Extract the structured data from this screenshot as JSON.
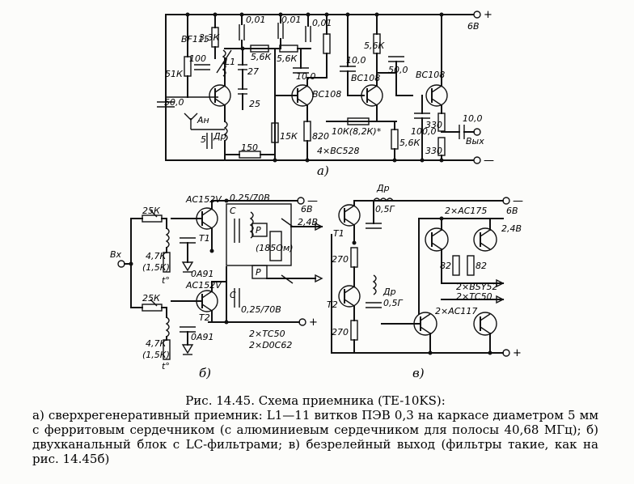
{
  "diagram": {
    "a": {
      "sublabel": "а)",
      "supply_plus": "+",
      "supply_minus": "—",
      "voltage": "6В",
      "components": {
        "transistor_1": "BF115",
        "r_3k3": "3,3К",
        "r_51k": "51К",
        "r_100": "100",
        "c_50": "50,0",
        "c_001a": "0,01",
        "c_001b": "0,01",
        "c_001c": "0,01",
        "l1": "L1",
        "r_56k_a": "5,6К",
        "r_56k_b": "5,6К",
        "c_27": "27",
        "c_10a": "10,0",
        "c_25": "25",
        "antenna": "Ан",
        "choke": "Др",
        "c_5": "5",
        "r_15k": "15К",
        "r_820": "820",
        "bc108_a": "BC108",
        "bc108_b": "BC108",
        "bc108_c": "BC108",
        "r_56k_c": "5,6К",
        "c_10b": "10,0",
        "c_500": "50,0",
        "r_10k": "10К(8,2К)*",
        "r_56k_d": "5,6К",
        "r_150": "150",
        "transistors": "4×BC528",
        "c_100": "100,0",
        "r_330a": "330",
        "r_330b": "330",
        "c_10c": "10,0",
        "output": "Вых"
      }
    },
    "b": {
      "sublabel": "б)",
      "input": "Вх",
      "r_25k_a": "25К",
      "r_25k_b": "25К",
      "ac152v_a": "AC152V",
      "ac152v_b": "AC152V",
      "t1": "T1",
      "t2": "T2",
      "cap_top": "0,25/70В",
      "cap_bot": "0,25/70В",
      "c_a": "C",
      "c_b": "C",
      "p_a": "P",
      "p_b": "P",
      "coil": "(185Ом)",
      "v_minus": "6В",
      "v_24": "2,4В",
      "minus": "—",
      "r_47k_a": "4,7К",
      "r_15k_a": "(1,5К)",
      "r_47k_b": "4,7К",
      "r_15k_b": "(1,5К)",
      "diode_a": "0А91",
      "diode_b": "0А91",
      "t_a": "t°",
      "t_b": "t°",
      "parts_1": "2×TC50",
      "parts_2": "2×D0C62",
      "plus": "+"
    },
    "v": {
      "sublabel": "в)",
      "t1": "T1",
      "t2": "T2",
      "choke_a": "Др",
      "choke_a_val": "0,5Г",
      "choke_b": "Др",
      "choke_b_val": "0,5Г",
      "r_270a": "270",
      "r_270b": "270",
      "ac175": "2×AC175",
      "v6": "6В",
      "v24": "2,4В",
      "r_82a": "82",
      "r_82b": "82",
      "bsy52": "2×BSY52",
      "tc50": "2×TC50",
      "ac117": "2×AC117",
      "minus": "—",
      "plus": "+"
    }
  },
  "caption": {
    "title": "Рис. 14.45. Схема приемника (TE-10KS):",
    "body": "а) сверхрегенеративный приемник: L1—11 витков ПЭВ 0,3 на каркасе диаметром 5 мм с ферритовым сердечником (с алюминиевым сердечником для полосы 40,68 МГц); б) двухканальный блок с LC-фильтрами; в) безрелейный выход (фильтры такие, как на рис. 14.45б)"
  }
}
